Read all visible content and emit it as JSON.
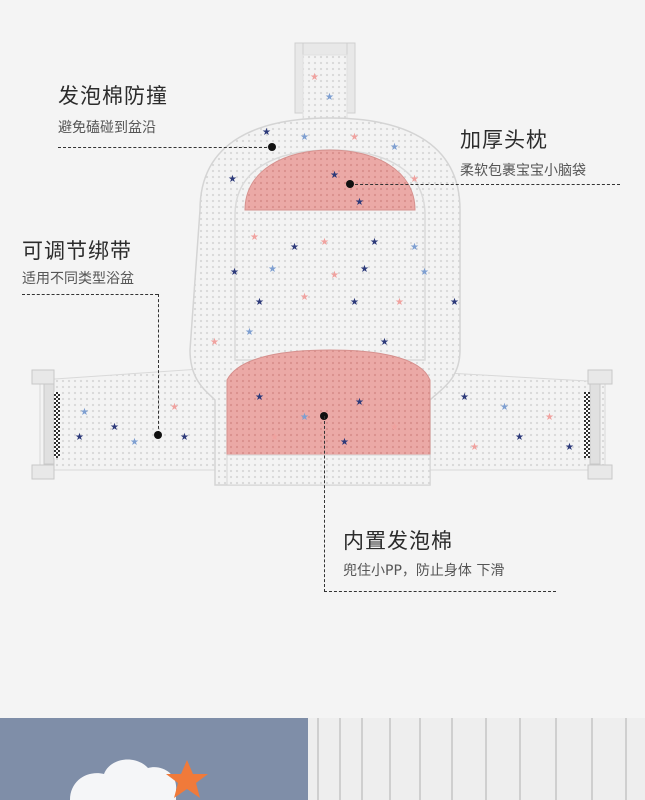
{
  "callouts": {
    "foam_anti_collision": {
      "title": "发泡棉防撞",
      "subtitle": "避免磕碰到盆沿"
    },
    "thick_headrest": {
      "title": "加厚头枕",
      "subtitle": "柔软包裹宝宝小脑袋"
    },
    "adjustable_strap": {
      "title": "可调节绑带",
      "subtitle": "适用不同类型浴盆"
    },
    "built_in_foam": {
      "title": "内置发泡棉",
      "subtitle": "兜住小PP，防止身体 下滑"
    }
  },
  "colors": {
    "background": "#f4f4f4",
    "mesh": "#f2f2f2",
    "pink_pad": "#e9a7a4",
    "frame": "#e6e6e6"
  }
}
